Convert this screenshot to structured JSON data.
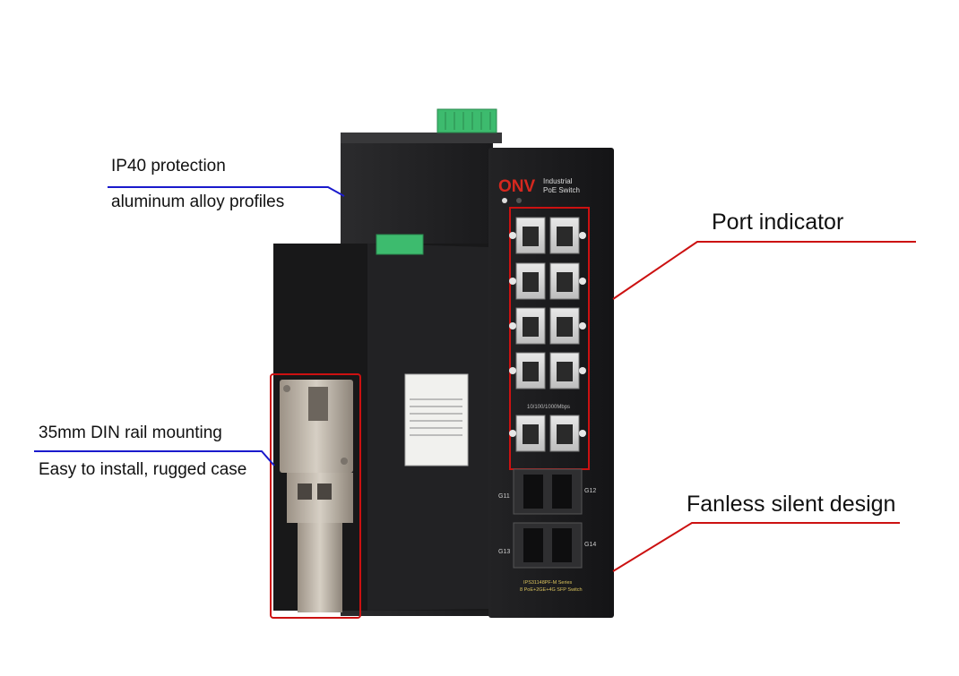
{
  "callouts": {
    "ip40": "IP40 protection",
    "aluminum": "aluminum alloy profiles",
    "din_rail": "35mm DIN rail mounting",
    "easy_install": "Easy to install, rugged case",
    "port_indicator": "Port indicator",
    "fanless": "Fanless silent design"
  },
  "product": {
    "brand": "ONV",
    "title_line1": "Industrial",
    "title_line2": "PoE Switch",
    "speed_label": "10/100/1000Mbps",
    "model_line1": "IPS31148PF-M Series",
    "model_line2": "8 PoE+2GE+4G SFP Switch",
    "sfp_groups": [
      "G11",
      "G12",
      "G13",
      "G14"
    ]
  },
  "colors": {
    "callout_blue": "#1a1acc",
    "callout_red": "#cc1111",
    "highlight_red": "#cc1111",
    "case_black": "#1c1c1e",
    "terminal_green": "#3dbb6e"
  }
}
